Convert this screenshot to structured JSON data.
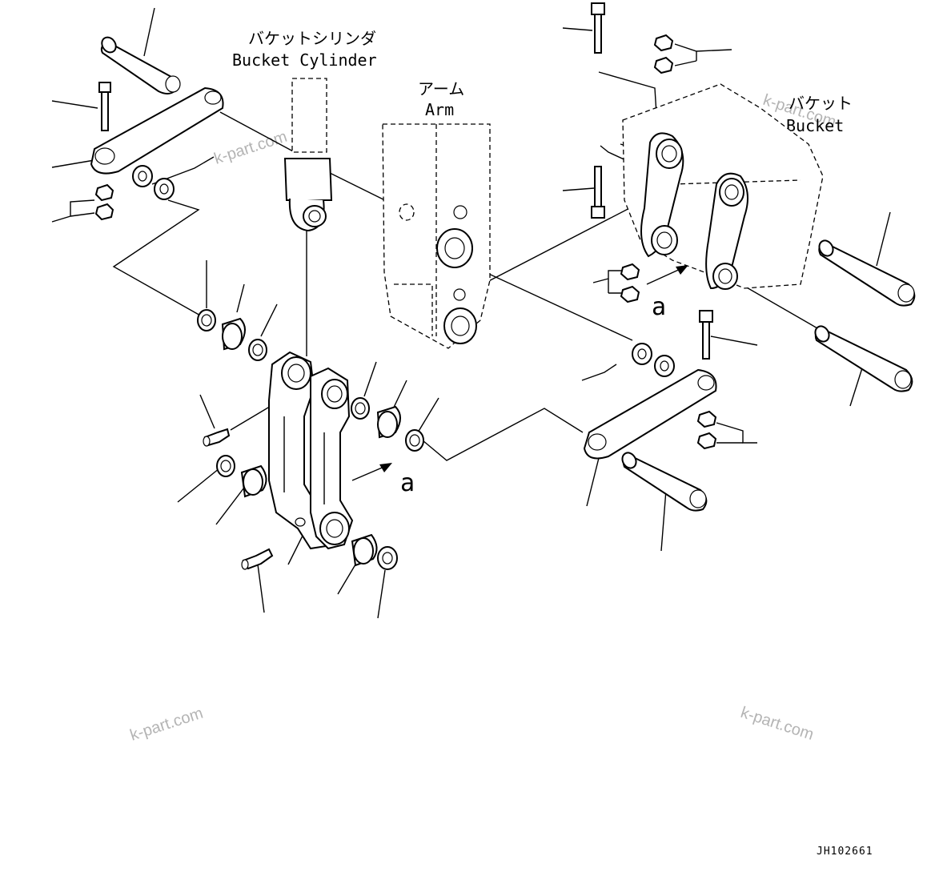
{
  "labels": {
    "bucket_cylinder_jp": "バケットシリンダ",
    "bucket_cylinder_en": "Bucket Cylinder",
    "arm_jp": "アーム",
    "arm_en": "Arm",
    "bucket_jp": "バケット",
    "bucket_en": "Bucket",
    "view_ref_a_left": "a",
    "view_ref_a_right": "a"
  },
  "drawing_code": "JH102661",
  "watermarks": [
    "k-part.com",
    "k-part.com",
    "k-part.com",
    "k-part.com"
  ],
  "colors": {
    "line": "#000000",
    "watermark": "#b4b4b4",
    "background": "#ffffff"
  }
}
